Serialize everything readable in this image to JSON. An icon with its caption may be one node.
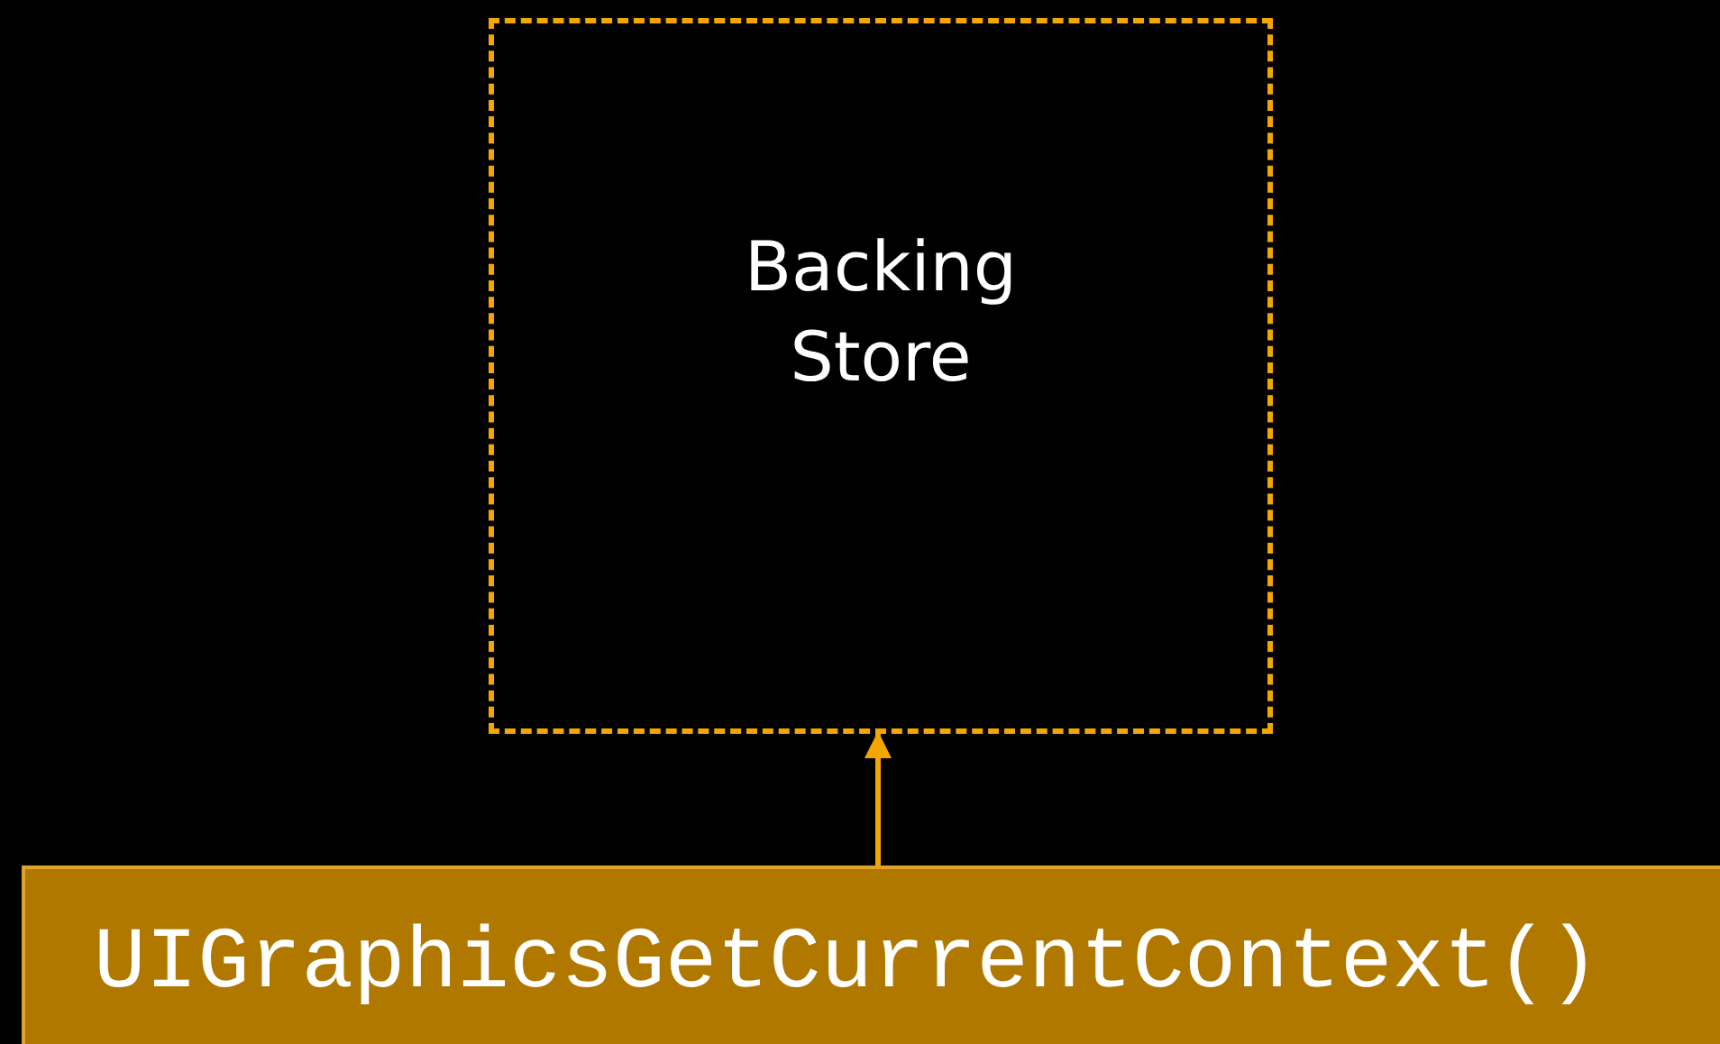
{
  "diagram": {
    "nodes": [
      {
        "text": [
          "Backing Store"
        ]
      },
      {
        "text": [
          "UIGraphicsGetCurrentContext()"
        ]
      }
    ],
    "edges": [
      {
        "from": 1,
        "to": 0,
        "arrow": "to"
      }
    ]
  }
}
